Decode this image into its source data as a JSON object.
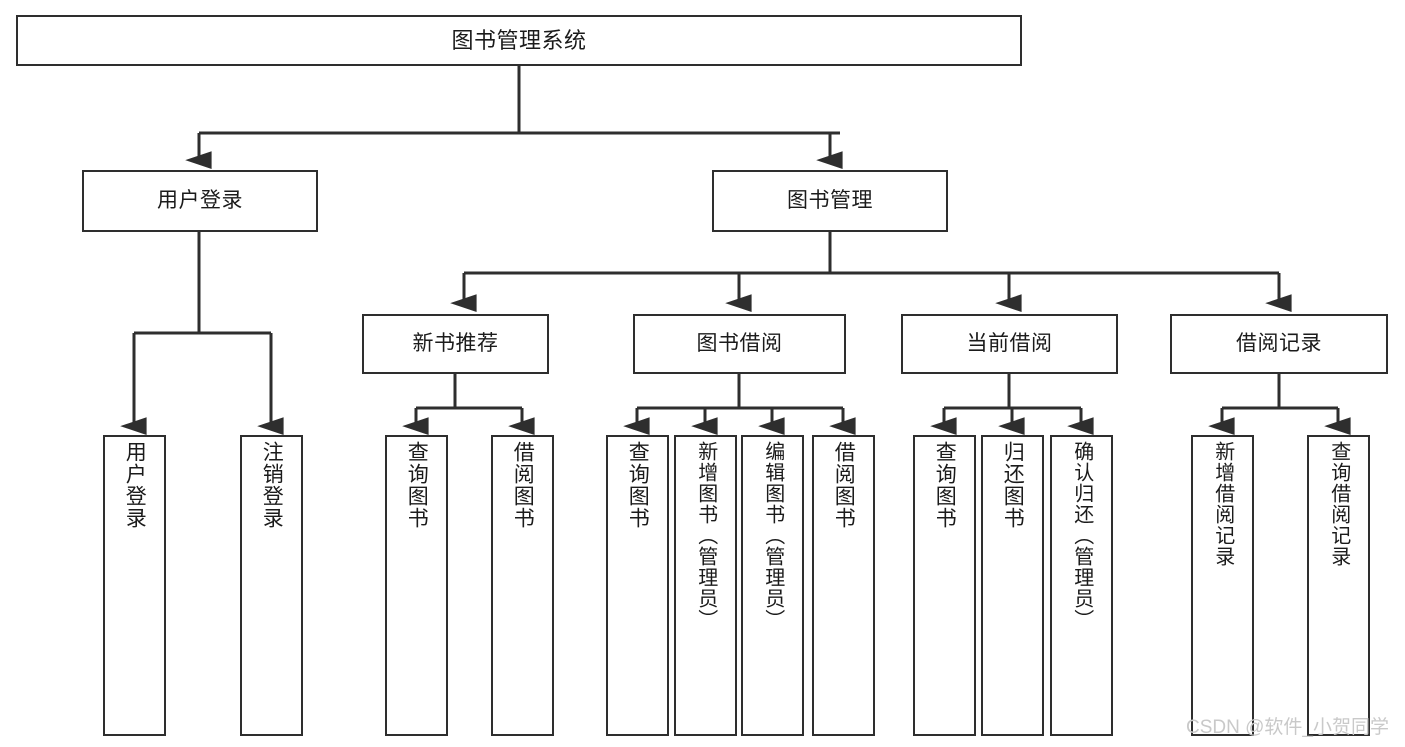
{
  "diagram": {
    "title": "图书管理系统",
    "type": "hierarchy-tree",
    "levels": 4,
    "line_color": "#2e2e2e",
    "box_fill": "#ffffff",
    "text_color": "#1b1b1b"
  },
  "root": {
    "label": "图书管理系统"
  },
  "level2": [
    {
      "label": "用户登录"
    },
    {
      "label": "图书管理"
    }
  ],
  "level3": [
    {
      "label": "新书推荐"
    },
    {
      "label": "图书借阅"
    },
    {
      "label": "当前借阅"
    },
    {
      "label": "借阅记录"
    }
  ],
  "leaves": {
    "user_login": [
      {
        "label": "用户登录"
      },
      {
        "label": "注销登录"
      }
    ],
    "new_book": [
      {
        "label": "查询图书"
      },
      {
        "label": "借阅图书"
      }
    ],
    "book_borrow": [
      {
        "label": "查询图书"
      },
      {
        "label": "新增图书（管理员）"
      },
      {
        "label": "编辑图书（管理员）"
      },
      {
        "label": "借阅图书"
      }
    ],
    "current_borrow": [
      {
        "label": "查询图书"
      },
      {
        "label": "归还图书"
      },
      {
        "label": "确认归还（管理员）"
      }
    ],
    "borrow_record": [
      {
        "label": "新增借阅记录"
      },
      {
        "label": "查询借阅记录"
      }
    ]
  },
  "watermark": {
    "text": "CSDN @软件_小贺同学",
    "color": "#c9c9c9"
  }
}
